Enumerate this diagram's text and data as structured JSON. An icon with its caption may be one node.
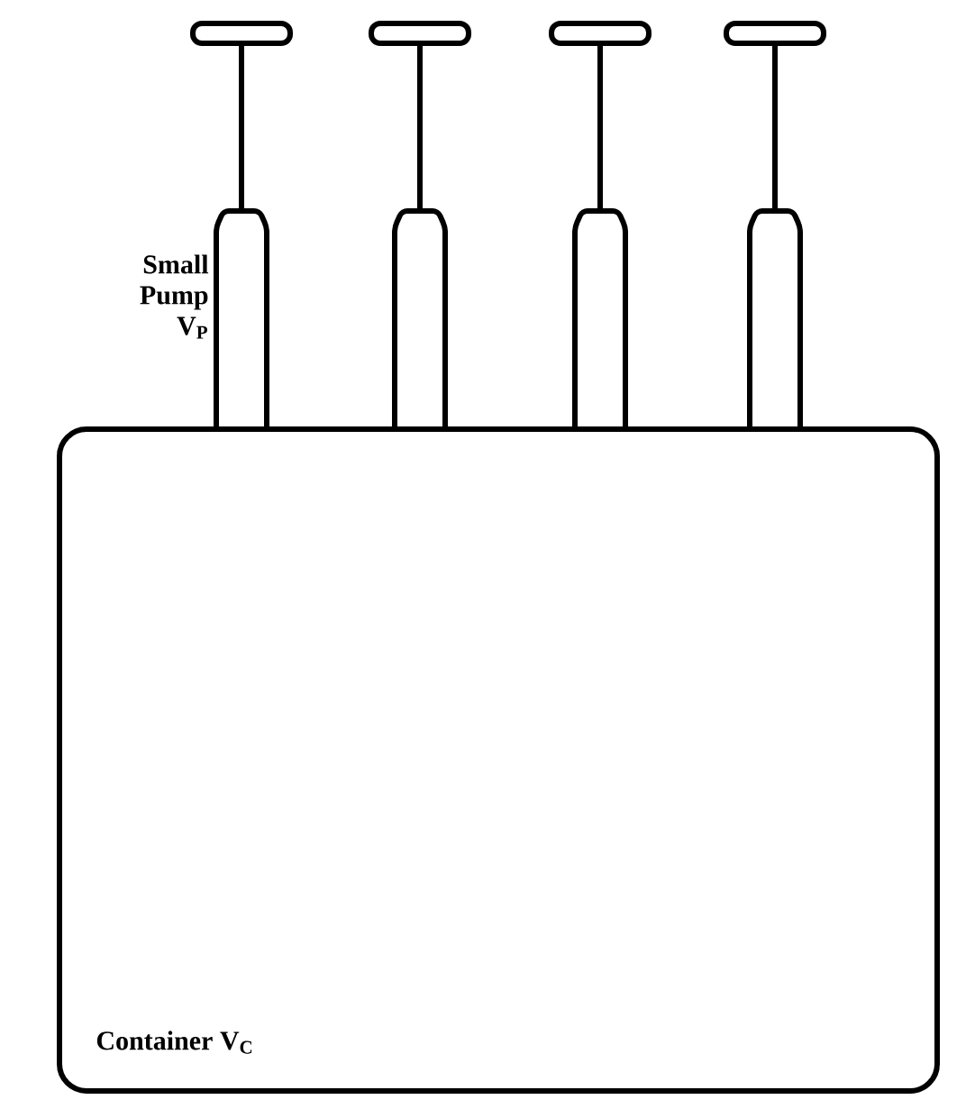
{
  "diagram": {
    "nodes": [
      {
        "text": [
          "Container V$_{C}$"
        ]
      },
      {
        "text": [],
        "shape": "pump",
        "beside": [
          "Small Pump V$_{P}$"
        ]
      },
      {
        "text": [],
        "shape": "pump"
      },
      {
        "text": [],
        "shape": "pump"
      },
      {
        "text": [],
        "shape": "pump"
      }
    ]
  }
}
